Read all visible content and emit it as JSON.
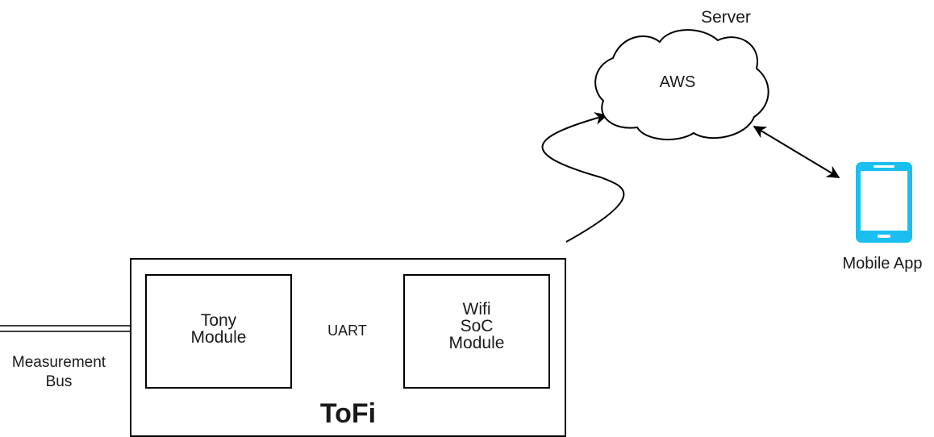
{
  "tofi": {
    "title": "ToFi",
    "tony_module": "Tony\nModule",
    "wifi_module": "Wifi\nSoC\nModule",
    "uart_label": "UART"
  },
  "measurement_bus": "Measurement\nBus",
  "server": {
    "title": "Server",
    "cloud_label": "AWS"
  },
  "mobile": {
    "label": "Mobile App",
    "phone_color": "#1ABFF0"
  }
}
